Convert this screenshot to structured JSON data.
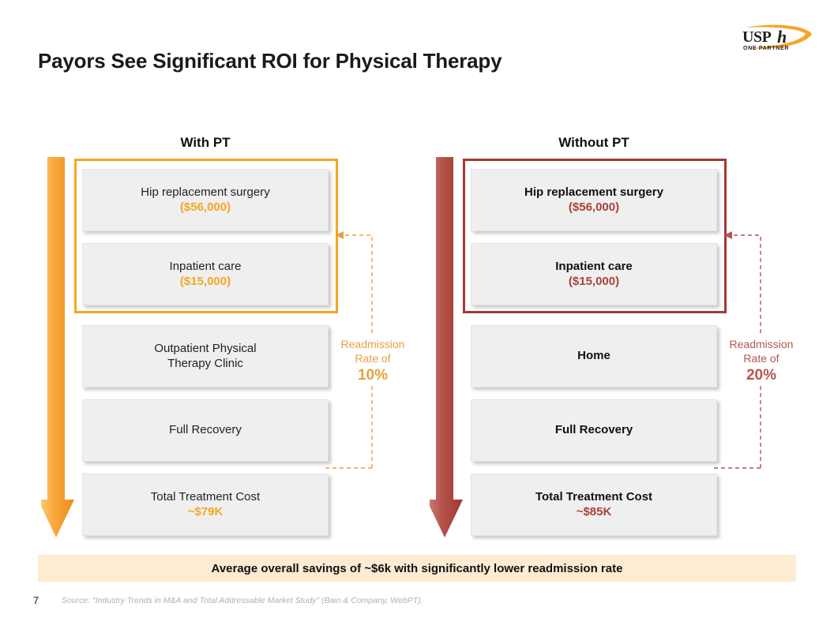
{
  "slide": {
    "title": "Payors See Significant ROI for Physical Therapy",
    "page_number": "7",
    "source_note": "Source: “Industry Trends in M&A and Total Addressable Market Study” (Bain & Company, WebPT)."
  },
  "logo": {
    "wordmark": "USPh",
    "tagline": "ONE PARTNER",
    "swoosh_color": "#F5A623",
    "wordmark_color": "#231F20"
  },
  "colors": {
    "with_pt_accent": "#F5A623",
    "without_pt_accent": "#A8423B",
    "box_fill": "#EFEFEF",
    "banner_fill": "#FDEBD2"
  },
  "columns": [
    {
      "key": "with_pt",
      "header": "With PT",
      "accent": "#F5A623",
      "arrow_name": "flow-arrow-with-pt",
      "stages": [
        {
          "label": "Hip replacement surgery",
          "amount": "($56,000)",
          "grouped": true
        },
        {
          "label": "Inpatient care",
          "amount": "($15,000)",
          "grouped": true
        },
        {
          "label": "Outpatient Physical\nTherapy Clinic",
          "amount": "",
          "grouped": false
        },
        {
          "label": "Full Recovery",
          "amount": "",
          "grouped": false
        },
        {
          "label": "Total Treatment Cost",
          "amount": "~$79K",
          "grouped": false
        }
      ],
      "callout": {
        "line1": "Readmission",
        "line2": "Rate of",
        "value": "10%"
      }
    },
    {
      "key": "without_pt",
      "header": "Without PT",
      "accent": "#A8423B",
      "arrow_name": "flow-arrow-without-pt",
      "stages": [
        {
          "label": "Hip replacement surgery",
          "amount": "($56,000)",
          "grouped": true
        },
        {
          "label": "Inpatient care",
          "amount": "($15,000)",
          "grouped": true
        },
        {
          "label": "Home",
          "amount": "",
          "grouped": false
        },
        {
          "label": "Full Recovery",
          "amount": "",
          "grouped": false
        },
        {
          "label": "Total Treatment Cost",
          "amount": "~$85K",
          "grouped": false
        }
      ],
      "callout": {
        "line1": "Readmission",
        "line2": "Rate of",
        "value": "20%"
      }
    }
  ],
  "banner": {
    "text": "Average overall savings of ~$6k with significantly lower readmission rate"
  }
}
